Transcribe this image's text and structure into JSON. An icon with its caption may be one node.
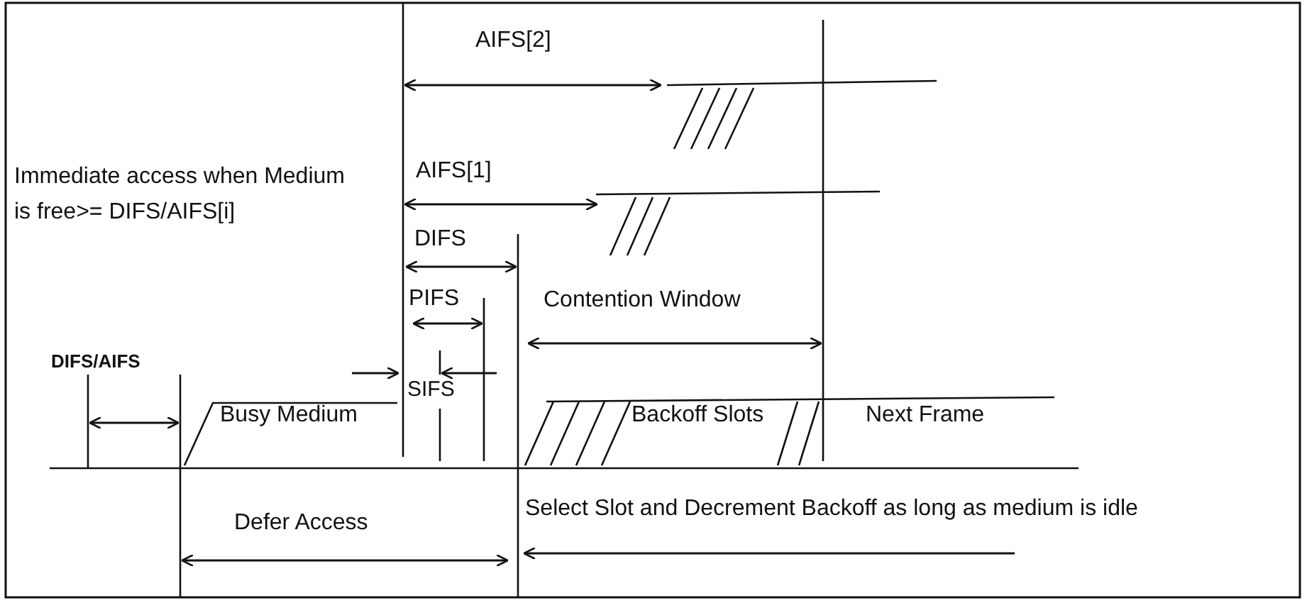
{
  "diagram": {
    "labels": [
      "AIFS[2]",
      "Immediate access when Medium is free>= DIFS/AIFS[i]",
      "AIFS[1]",
      "DIFS",
      "PIFS",
      "Contention Window",
      "DIFS/AIFS",
      "SIFS",
      "Busy Medium",
      "Backoff Slots",
      "Next Frame",
      "Select Slot and Decrement Backoff as long as medium is idle",
      "Defer Access"
    ]
  }
}
